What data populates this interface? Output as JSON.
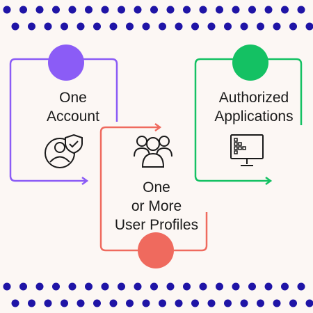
{
  "colors": {
    "background": "#fcf7f4",
    "dots": "#1f14a6",
    "account": "#8b5cf6",
    "profiles": "#ef6a5e",
    "applications": "#14c163",
    "icon_stroke": "#1a1a1a"
  },
  "steps": [
    {
      "label": "One\nAccount",
      "icon": "user-shield-icon"
    },
    {
      "label": "One\nor More\nUser Profiles",
      "icon": "user-group-icon"
    },
    {
      "label": "Authorized\nApplications",
      "icon": "computer-monitor-icon"
    }
  ]
}
